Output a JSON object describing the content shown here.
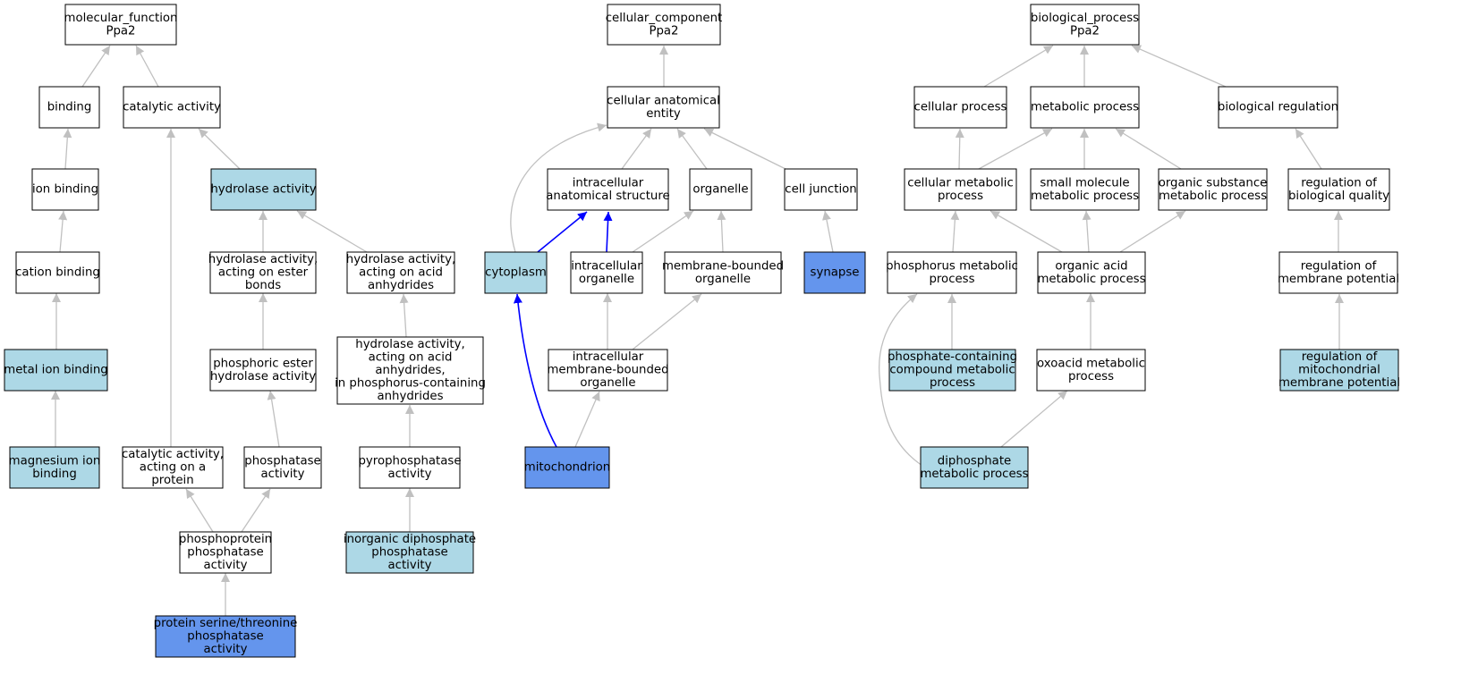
{
  "colors": {
    "default_fill": "#ffffff",
    "light_fill": "#add8e6",
    "strong_fill": "#6495ed",
    "edge_gray": "#c0c0c0",
    "edge_blue": "#0000ff"
  },
  "nodes": [
    {
      "id": "mf",
      "lines": [
        "molecular_function",
        "Ppa2"
      ],
      "style": "default"
    },
    {
      "id": "binding",
      "lines": [
        "binding"
      ],
      "style": "default"
    },
    {
      "id": "catalytic",
      "lines": [
        "catalytic activity"
      ],
      "style": "default"
    },
    {
      "id": "ionbind",
      "lines": [
        "ion binding"
      ],
      "style": "default"
    },
    {
      "id": "hydrolase",
      "lines": [
        "hydrolase activity"
      ],
      "style": "light"
    },
    {
      "id": "cationbind",
      "lines": [
        "cation binding"
      ],
      "style": "default"
    },
    {
      "id": "hydroester",
      "lines": [
        "hydrolase activity,",
        "acting on ester",
        "bonds"
      ],
      "style": "default"
    },
    {
      "id": "hydroacid",
      "lines": [
        "hydrolase activity,",
        "acting on acid",
        "anhydrides"
      ],
      "style": "default"
    },
    {
      "id": "metalion",
      "lines": [
        "metal ion binding"
      ],
      "style": "light"
    },
    {
      "id": "phosester",
      "lines": [
        "phosphoric ester",
        "hydrolase activity"
      ],
      "style": "default"
    },
    {
      "id": "hydroacidP",
      "lines": [
        "hydrolase activity,",
        "acting on acid",
        "anhydrides,",
        "in phosphorus-containing",
        "anhydrides"
      ],
      "style": "default"
    },
    {
      "id": "mgion",
      "lines": [
        "magnesium ion",
        "binding"
      ],
      "style": "light"
    },
    {
      "id": "catprot",
      "lines": [
        "catalytic activity,",
        "acting on a",
        "protein"
      ],
      "style": "default"
    },
    {
      "id": "phosphatase",
      "lines": [
        "phosphatase",
        "activity"
      ],
      "style": "default"
    },
    {
      "id": "pyrophos",
      "lines": [
        "pyrophosphatase",
        "activity"
      ],
      "style": "default"
    },
    {
      "id": "phosprot",
      "lines": [
        "phosphoprotein",
        "phosphatase",
        "activity"
      ],
      "style": "default"
    },
    {
      "id": "inorgdiph",
      "lines": [
        "inorganic diphosphate",
        "phosphatase",
        "activity"
      ],
      "style": "light"
    },
    {
      "id": "sertyr",
      "lines": [
        "protein serine/threonine",
        "phosphatase",
        "activity"
      ],
      "style": "strong"
    },
    {
      "id": "cc",
      "lines": [
        "cellular_component",
        "Ppa2"
      ],
      "style": "default"
    },
    {
      "id": "cae",
      "lines": [
        "cellular anatomical",
        "entity"
      ],
      "style": "default"
    },
    {
      "id": "ias",
      "lines": [
        "intracellular",
        "anatomical structure"
      ],
      "style": "default"
    },
    {
      "id": "organelle",
      "lines": [
        "organelle"
      ],
      "style": "default"
    },
    {
      "id": "celljunc",
      "lines": [
        "cell junction"
      ],
      "style": "default"
    },
    {
      "id": "cytoplasm",
      "lines": [
        "cytoplasm"
      ],
      "style": "light"
    },
    {
      "id": "intraorg",
      "lines": [
        "intracellular",
        "organelle"
      ],
      "style": "default"
    },
    {
      "id": "membound",
      "lines": [
        "membrane-bounded",
        "organelle"
      ],
      "style": "default"
    },
    {
      "id": "synapse",
      "lines": [
        "synapse"
      ],
      "style": "strong"
    },
    {
      "id": "intramem",
      "lines": [
        "intracellular",
        "membrane-bounded",
        "organelle"
      ],
      "style": "default"
    },
    {
      "id": "mito",
      "lines": [
        "mitochondrion"
      ],
      "style": "strong"
    },
    {
      "id": "bp",
      "lines": [
        "biological_process",
        "Ppa2"
      ],
      "style": "default"
    },
    {
      "id": "cellproc",
      "lines": [
        "cellular process"
      ],
      "style": "default"
    },
    {
      "id": "metproc",
      "lines": [
        "metabolic process"
      ],
      "style": "default"
    },
    {
      "id": "bioreg",
      "lines": [
        "biological regulation"
      ],
      "style": "default"
    },
    {
      "id": "cellmet",
      "lines": [
        "cellular metabolic",
        "process"
      ],
      "style": "default"
    },
    {
      "id": "smallmol",
      "lines": [
        "small molecule",
        "metabolic process"
      ],
      "style": "default"
    },
    {
      "id": "orgsub",
      "lines": [
        "organic substance",
        "metabolic process"
      ],
      "style": "default"
    },
    {
      "id": "regbioq",
      "lines": [
        "regulation of",
        "biological quality"
      ],
      "style": "default"
    },
    {
      "id": "phosmet",
      "lines": [
        "phosphorus metabolic",
        "process"
      ],
      "style": "default"
    },
    {
      "id": "orgacid",
      "lines": [
        "organic acid",
        "metabolic process"
      ],
      "style": "default"
    },
    {
      "id": "regmem",
      "lines": [
        "regulation of",
        "membrane potential"
      ],
      "style": "default"
    },
    {
      "id": "phoscont",
      "lines": [
        "phosphate-containing",
        "compound metabolic",
        "process"
      ],
      "style": "light"
    },
    {
      "id": "oxoacid",
      "lines": [
        "oxoacid metabolic",
        "process"
      ],
      "style": "default"
    },
    {
      "id": "regmito",
      "lines": [
        "regulation of",
        "mitochondrial",
        "membrane potential"
      ],
      "style": "light"
    },
    {
      "id": "diphos",
      "lines": [
        "diphosphate",
        "metabolic process"
      ],
      "style": "light"
    }
  ],
  "edges": [
    {
      "from": "binding",
      "to": "mf",
      "color": "gray"
    },
    {
      "from": "catalytic",
      "to": "mf",
      "color": "gray"
    },
    {
      "from": "ionbind",
      "to": "binding",
      "color": "gray"
    },
    {
      "from": "hydrolase",
      "to": "catalytic",
      "color": "gray"
    },
    {
      "from": "catprot",
      "to": "catalytic",
      "color": "gray"
    },
    {
      "from": "cationbind",
      "to": "ionbind",
      "color": "gray"
    },
    {
      "from": "hydroester",
      "to": "hydrolase",
      "color": "gray"
    },
    {
      "from": "hydroacid",
      "to": "hydrolase",
      "color": "gray"
    },
    {
      "from": "metalion",
      "to": "cationbind",
      "color": "gray"
    },
    {
      "from": "phosester",
      "to": "hydroester",
      "color": "gray"
    },
    {
      "from": "hydroacidP",
      "to": "hydroacid",
      "color": "gray"
    },
    {
      "from": "mgion",
      "to": "metalion",
      "color": "gray"
    },
    {
      "from": "phosphatase",
      "to": "phosester",
      "color": "gray"
    },
    {
      "from": "pyrophos",
      "to": "hydroacidP",
      "color": "gray"
    },
    {
      "from": "phosprot",
      "to": "catprot",
      "color": "gray"
    },
    {
      "from": "phosprot",
      "to": "phosphatase",
      "color": "gray"
    },
    {
      "from": "inorgdiph",
      "to": "pyrophos",
      "color": "gray"
    },
    {
      "from": "sertyr",
      "to": "phosprot",
      "color": "gray"
    },
    {
      "from": "cae",
      "to": "cc",
      "color": "gray"
    },
    {
      "from": "ias",
      "to": "cae",
      "color": "gray"
    },
    {
      "from": "organelle",
      "to": "cae",
      "color": "gray"
    },
    {
      "from": "celljunc",
      "to": "cae",
      "color": "gray"
    },
    {
      "from": "cytoplasm",
      "to": "cae",
      "color": "gray"
    },
    {
      "from": "cytoplasm",
      "to": "ias",
      "color": "blue"
    },
    {
      "from": "intraorg",
      "to": "ias",
      "color": "blue"
    },
    {
      "from": "intraorg",
      "to": "organelle",
      "color": "gray"
    },
    {
      "from": "membound",
      "to": "organelle",
      "color": "gray"
    },
    {
      "from": "synapse",
      "to": "celljunc",
      "color": "gray"
    },
    {
      "from": "intramem",
      "to": "intraorg",
      "color": "gray"
    },
    {
      "from": "intramem",
      "to": "membound",
      "color": "gray"
    },
    {
      "from": "mito",
      "to": "cytoplasm",
      "color": "blue"
    },
    {
      "from": "mito",
      "to": "intramem",
      "color": "gray"
    },
    {
      "from": "cellproc",
      "to": "bp",
      "color": "gray"
    },
    {
      "from": "metproc",
      "to": "bp",
      "color": "gray"
    },
    {
      "from": "bioreg",
      "to": "bp",
      "color": "gray"
    },
    {
      "from": "cellmet",
      "to": "cellproc",
      "color": "gray"
    },
    {
      "from": "cellmet",
      "to": "metproc",
      "color": "gray"
    },
    {
      "from": "smallmol",
      "to": "metproc",
      "color": "gray"
    },
    {
      "from": "orgsub",
      "to": "metproc",
      "color": "gray"
    },
    {
      "from": "regbioq",
      "to": "bioreg",
      "color": "gray"
    },
    {
      "from": "phosmet",
      "to": "cellmet",
      "color": "gray"
    },
    {
      "from": "orgacid",
      "to": "cellmet",
      "color": "gray"
    },
    {
      "from": "orgacid",
      "to": "smallmol",
      "color": "gray"
    },
    {
      "from": "orgacid",
      "to": "orgsub",
      "color": "gray"
    },
    {
      "from": "regmem",
      "to": "regbioq",
      "color": "gray"
    },
    {
      "from": "phoscont",
      "to": "phosmet",
      "color": "gray"
    },
    {
      "from": "oxoacid",
      "to": "orgacid",
      "color": "gray"
    },
    {
      "from": "regmito",
      "to": "regmem",
      "color": "gray"
    },
    {
      "from": "diphos",
      "to": "phosmet",
      "color": "gray"
    },
    {
      "from": "diphos",
      "to": "oxoacid",
      "color": "gray"
    }
  ]
}
